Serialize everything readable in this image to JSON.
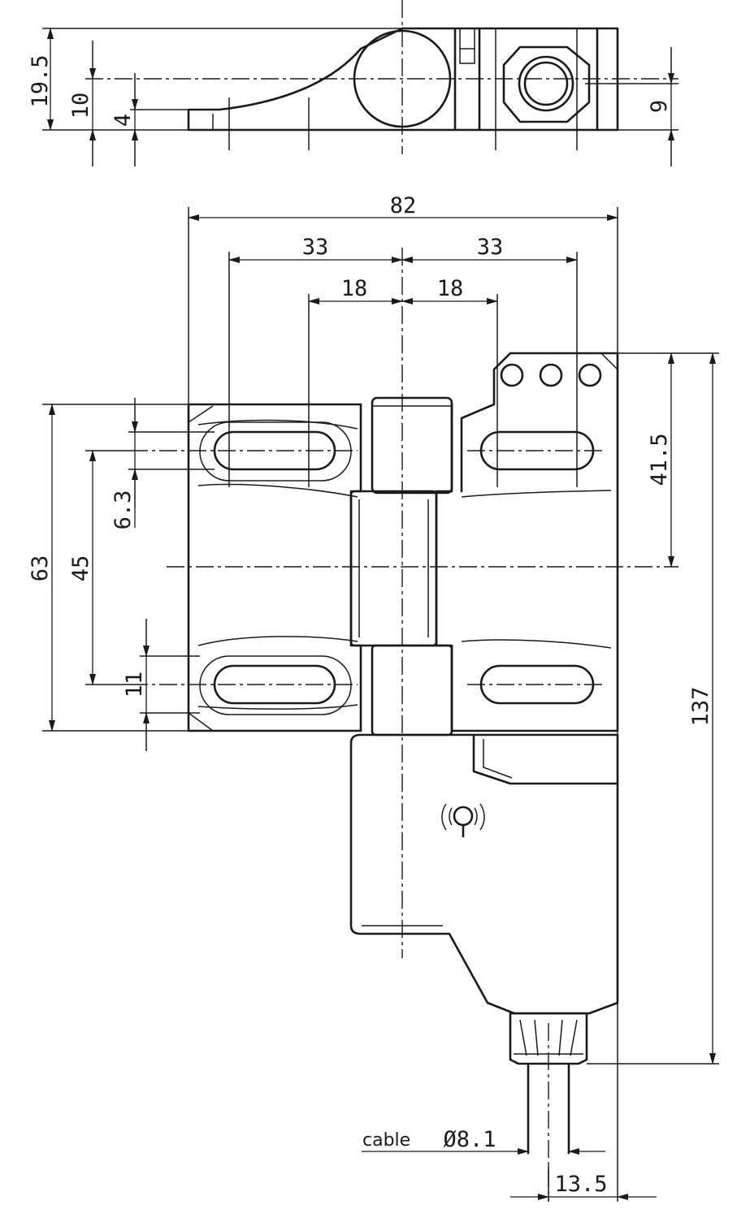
{
  "side_view": {
    "dim_height_total": "19.5",
    "dim_pivot_height": "10",
    "dim_base_height": "4",
    "dim_connector_height": "9"
  },
  "front_view": {
    "dim_total_width": "82",
    "dim_slot_left": "33",
    "dim_slot_right": "33",
    "dim_hole_left": "18",
    "dim_hole_right": "18",
    "dim_leaf_height": "63",
    "dim_slot_spacing": "45",
    "dim_slot_width": "6.3",
    "dim_slot_band": "11",
    "dim_connector_offset": "41.5",
    "dim_total_height": "137",
    "cable_label": "cable",
    "cable_diameter": "Ø8.1",
    "dim_cable_offset": "13.5"
  },
  "icons": {
    "sensor_symbol": "rfid-sensor-icon"
  }
}
